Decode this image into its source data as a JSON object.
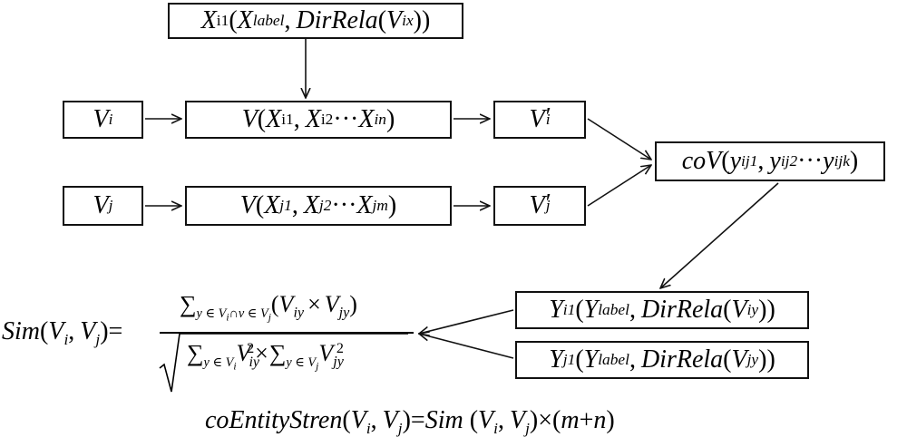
{
  "boxes": {
    "top": {
      "sym": "X",
      "sub": "i1",
      "open": "(",
      "lbl": "X",
      "lblsub": "label",
      "comma": ",",
      "fn": "DirRela",
      "inner": "V",
      "innersub": "ix",
      "close": "))"
    },
    "vi": {
      "sym": "V",
      "sub": "i"
    },
    "vj": {
      "sym": "V",
      "sub": "j"
    },
    "vxi": {
      "fn": "V",
      "open": "(",
      "x1": "X",
      "x1sub": "i1",
      "comma": ",",
      "x2": "X",
      "x2sub": "i2",
      "dots": "···",
      "xn": "X",
      "xnsub": "in",
      "close": ")"
    },
    "vxj": {
      "fn": "V",
      "open": "(",
      "x1": "X",
      "x1sub": "j1",
      "comma": ",",
      "x2": "X",
      "x2sub": "j2",
      "dots": "···",
      "xn": "X",
      "xnsub": "jm",
      "close": ")"
    },
    "vpi": {
      "sym": "V",
      "prime": "′",
      "sub": "i"
    },
    "vpj": {
      "sym": "V",
      "prime": "′",
      "sub": "j"
    },
    "cov": {
      "fn": "coV",
      "open": "(",
      "y1": "y",
      "y1sub": "ij1",
      "comma": ",",
      "y2": "y",
      "y2sub": "ij2",
      "dots": "···",
      "yk": "y",
      "yksub": "ijk",
      "close": ")"
    },
    "yi": {
      "sym": "Y",
      "sub": "i1",
      "open": "(",
      "lbl": "Y",
      "lblsub": "label",
      "comma": ",",
      "fn": "DirRela",
      "inner": "V",
      "innersub": "iy",
      "close": "))"
    },
    "yj": {
      "sym": "Y",
      "sub": "j1",
      "open": "(",
      "lbl": "Y",
      "lblsub": "label",
      "comma": ",",
      "fn": "DirRela",
      "inner": "V",
      "innersub": "jy",
      "close": "))"
    }
  },
  "sim": {
    "lhs_fn": "Sim",
    "open": "(",
    "a": "V",
    "asub": "i",
    "comma": ",",
    "b": "V",
    "bsub": "j",
    "close": ")",
    "eq": "=",
    "num_sum": "∑",
    "num_cond": "y ∈ V",
    "num_cond_sub": "i",
    "num_cap": "∩v ∈ V",
    "num_cap_sub": "j",
    "num_open": "(",
    "num_a": "V",
    "num_asub": "iy",
    "num_times": "×",
    "num_b": "V",
    "num_bsub": "jy",
    "num_close": ")",
    "den_sum1": "∑",
    "den_cond1": "y ∈ V",
    "den_cond1_sub": "i",
    "den_a": "V",
    "den_asub": "iy",
    "den_sup": "2",
    "den_times": "×",
    "den_sum2": "∑",
    "den_cond2": "y ∈ V",
    "den_cond2_sub": "j",
    "den_b": "V",
    "den_bsub": "jy",
    "den_sup2": "2"
  },
  "bottom": {
    "fn": "coEntityStren",
    "open": "(",
    "a": "V",
    "asub": "i",
    "comma": ",",
    "b": "V",
    "bsub": "j",
    "close": ")",
    "eq": "=",
    "sim": "Sim",
    "open2": " (",
    "a2": "V",
    "a2sub": "i",
    "comma2": ",",
    "b2": "V",
    "b2sub": "j",
    "close2": ")",
    "times": "×",
    "paren": "(",
    "m": "m",
    "plus": "+",
    "n": "n",
    "paren_close": ")"
  }
}
